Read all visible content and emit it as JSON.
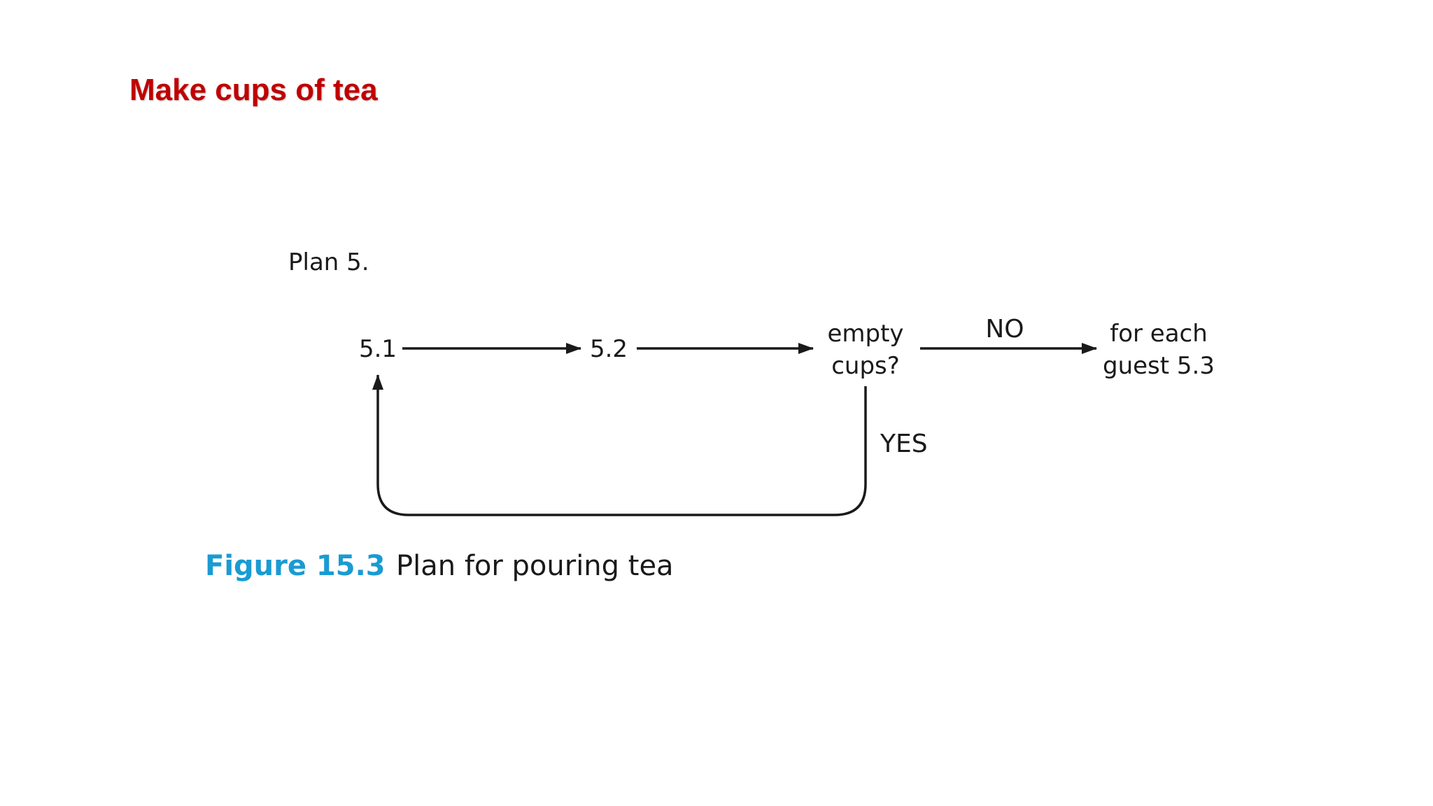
{
  "slide": {
    "title": "Make cups of tea"
  },
  "figure": {
    "plan_label": "Plan 5.",
    "nodes": {
      "n51": "5.1",
      "n52": "5.2",
      "decision": [
        "empty",
        "cups?"
      ],
      "n53": [
        "for each",
        "guest 5.3"
      ]
    },
    "edges": {
      "no_label": "NO",
      "yes_label": "YES"
    },
    "caption": {
      "number": "Figure 15.3",
      "text": "Plan for pouring tea"
    },
    "colors": {
      "title": "#c00000",
      "caption_number": "#1a9bd2",
      "ink": "#1a1a1a"
    }
  }
}
